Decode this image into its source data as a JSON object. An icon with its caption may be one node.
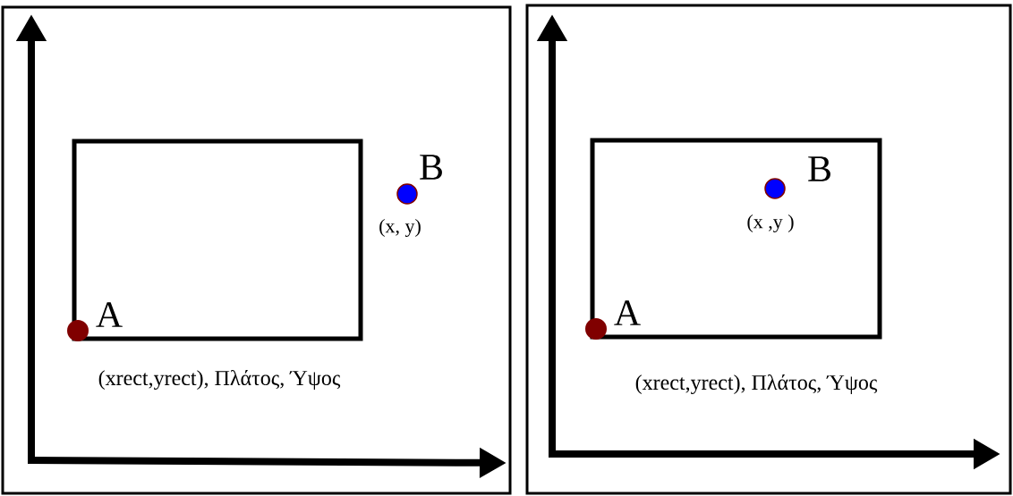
{
  "diagram": {
    "nodes": [
      {
        "text": [],
        "shape": "box"
      },
      {
        "text": [],
        "shape": "box",
        "in": 0,
        "beside": [
          "(xrect,yrect), Πλάτος, Ύψος"
        ]
      },
      {
        "text": [],
        "shape": "circle",
        "in": 0,
        "beside": [
          "A"
        ]
      },
      {
        "text": [],
        "shape": "circle",
        "in": 0,
        "beside": [
          "B",
          "(x, y)"
        ]
      },
      {
        "text": [],
        "shape": "box"
      },
      {
        "text": [],
        "shape": "box",
        "in": 4,
        "beside": [
          "(xrect,yrect), Πλάτος, Ύψος"
        ]
      },
      {
        "text": [],
        "shape": "circle",
        "in": 4,
        "beside": [
          "A"
        ]
      },
      {
        "text": [],
        "shape": "circle",
        "in": 5,
        "beside": [
          "B",
          "(x ,y )"
        ]
      }
    ]
  }
}
